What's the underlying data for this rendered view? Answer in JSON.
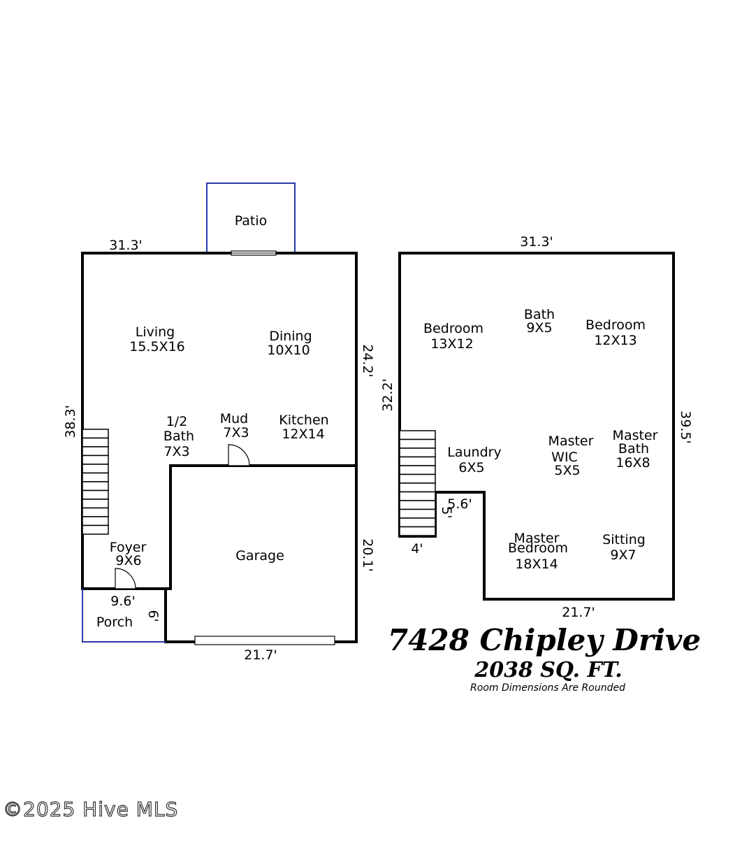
{
  "first_floor": {
    "rooms": {
      "patio": {
        "name": "Patio"
      },
      "living": {
        "name": "Living",
        "size": "15.5X16"
      },
      "dining": {
        "name": "Dining",
        "size": "10X10"
      },
      "half_bath": {
        "line1": "1/2",
        "line2": "Bath",
        "size": "7X3"
      },
      "mud": {
        "name": "Mud",
        "size": "7X3"
      },
      "kitchen": {
        "name": "Kitchen",
        "size": "12X14"
      },
      "foyer": {
        "name": "Foyer",
        "size": "9X6"
      },
      "garage": {
        "name": "Garage"
      },
      "porch": {
        "name": "Porch"
      }
    },
    "dimensions": {
      "top": "31.3'",
      "left": "38.3'",
      "right_upper": "24.2'",
      "right_lower": "20.1'",
      "bottom": "21.7'",
      "porch_width": "9.6'",
      "porch_depth": "6'"
    }
  },
  "second_floor": {
    "rooms": {
      "bedroom_left": {
        "name": "Bedroom",
        "size": "13X12"
      },
      "bath": {
        "name": "Bath",
        "size": "9X5"
      },
      "bedroom_right": {
        "name": "Bedroom",
        "size": "12X13"
      },
      "laundry": {
        "name": "Laundry",
        "size": "6X5"
      },
      "master_wic": {
        "line1": "Master",
        "line2": "WIC",
        "size": "5X5"
      },
      "master_bath": {
        "line1": "Master",
        "line2": "Bath",
        "size": "16X8"
      },
      "master_bedroom": {
        "line1": "Master",
        "line2": "Bedroom",
        "size": "18X14"
      },
      "sitting": {
        "name": "Sitting",
        "size": "9X7"
      }
    },
    "dimensions": {
      "top": "31.3'",
      "left": "32.2'",
      "right": "39.5'",
      "bottom": "21.7'",
      "notch_width": "5.6'",
      "notch_depth": "5'",
      "stair_width": "4'"
    }
  },
  "title": {
    "address": "7428 Chipley Drive",
    "sqft": "2038 SQ. FT.",
    "note": "Room Dimensions Are Rounded"
  },
  "watermark": "©2025 Hive MLS",
  "colors": {
    "walls": "#000000",
    "outdoor": "#2b3aa8"
  }
}
